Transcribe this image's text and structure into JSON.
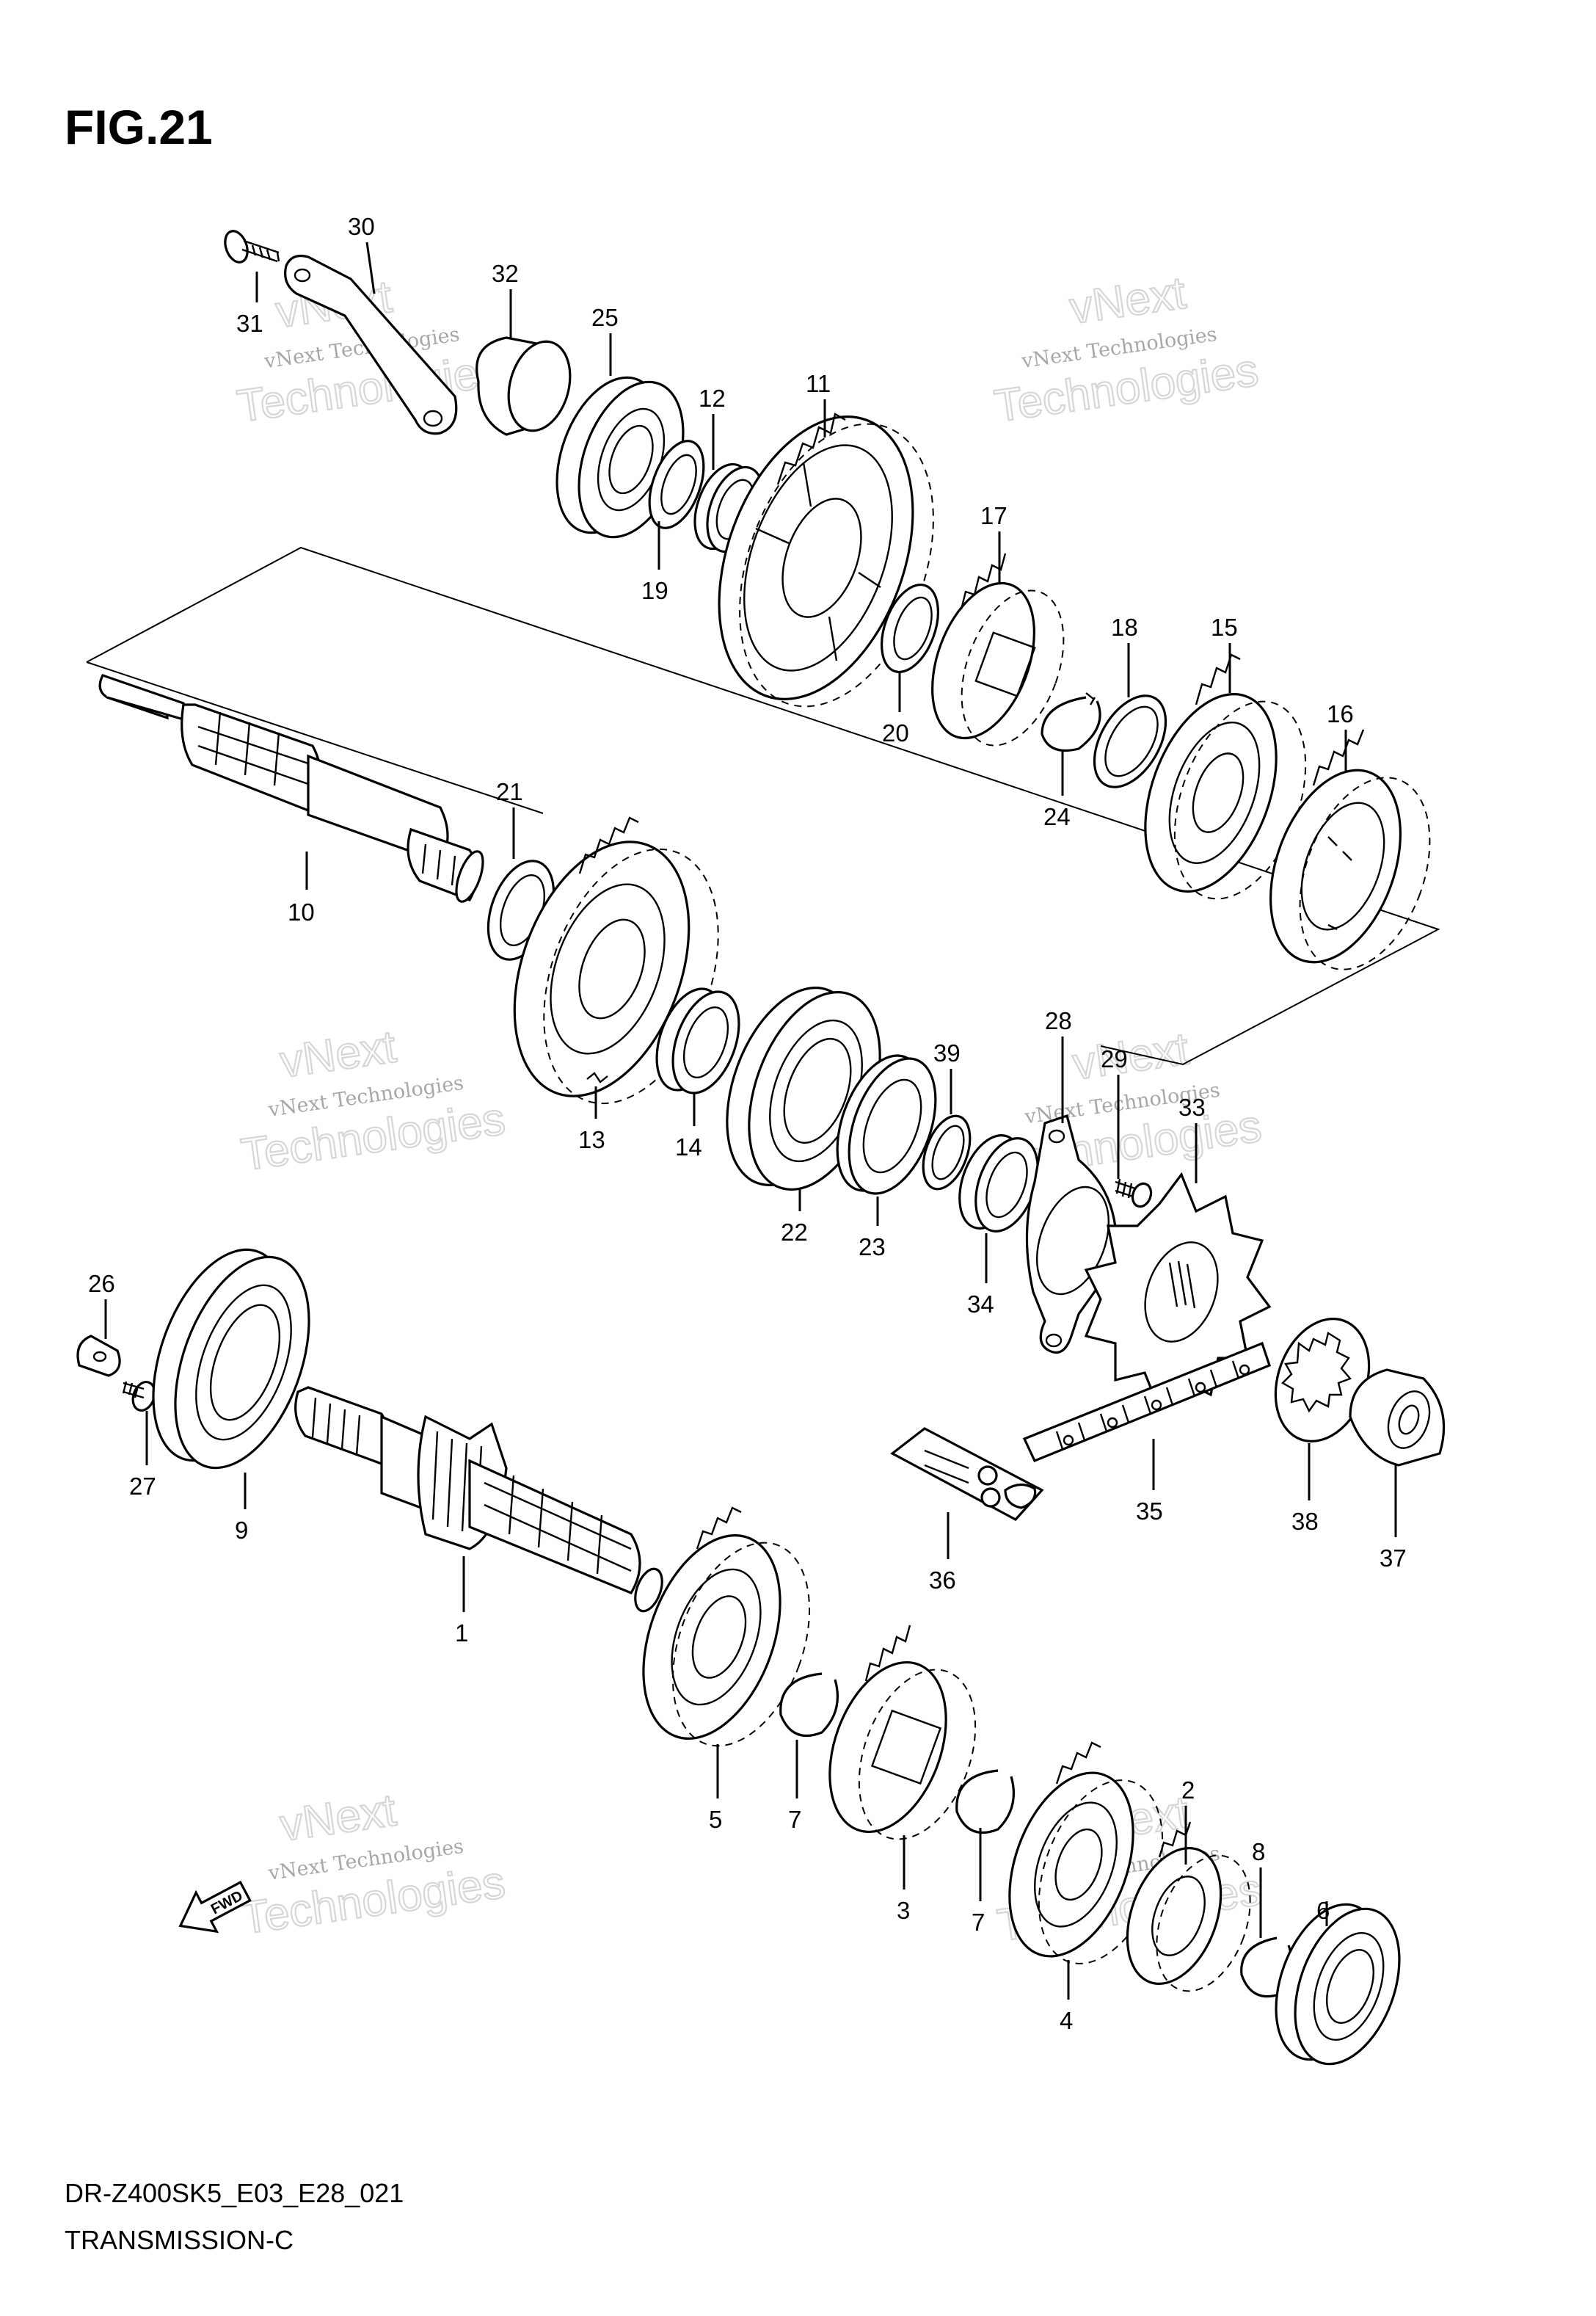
{
  "figure": {
    "title": "FIG.21",
    "code": "DR-Z400SK5_E03_E28_021",
    "name": "TRANSMISSION-C"
  },
  "direction_arrow": {
    "text": "FWD"
  },
  "watermark": {
    "line1": "vNext Technologies",
    "line2": "Technologies",
    "line3": "vNext"
  },
  "parts": [
    {
      "n": "1"
    },
    {
      "n": "2"
    },
    {
      "n": "3"
    },
    {
      "n": "4"
    },
    {
      "n": "5"
    },
    {
      "n": "6"
    },
    {
      "n": "7"
    },
    {
      "n": "7"
    },
    {
      "n": "8"
    },
    {
      "n": "9"
    },
    {
      "n": "10"
    },
    {
      "n": "11"
    },
    {
      "n": "12"
    },
    {
      "n": "13"
    },
    {
      "n": "14"
    },
    {
      "n": "15"
    },
    {
      "n": "16"
    },
    {
      "n": "17"
    },
    {
      "n": "18"
    },
    {
      "n": "19"
    },
    {
      "n": "20"
    },
    {
      "n": "21"
    },
    {
      "n": "22"
    },
    {
      "n": "23"
    },
    {
      "n": "24"
    },
    {
      "n": "25"
    },
    {
      "n": "26"
    },
    {
      "n": "27"
    },
    {
      "n": "28"
    },
    {
      "n": "29"
    },
    {
      "n": "30"
    },
    {
      "n": "31"
    },
    {
      "n": "32"
    },
    {
      "n": "33"
    },
    {
      "n": "34"
    },
    {
      "n": "35"
    },
    {
      "n": "36"
    },
    {
      "n": "37"
    },
    {
      "n": "38"
    },
    {
      "n": "39"
    }
  ]
}
